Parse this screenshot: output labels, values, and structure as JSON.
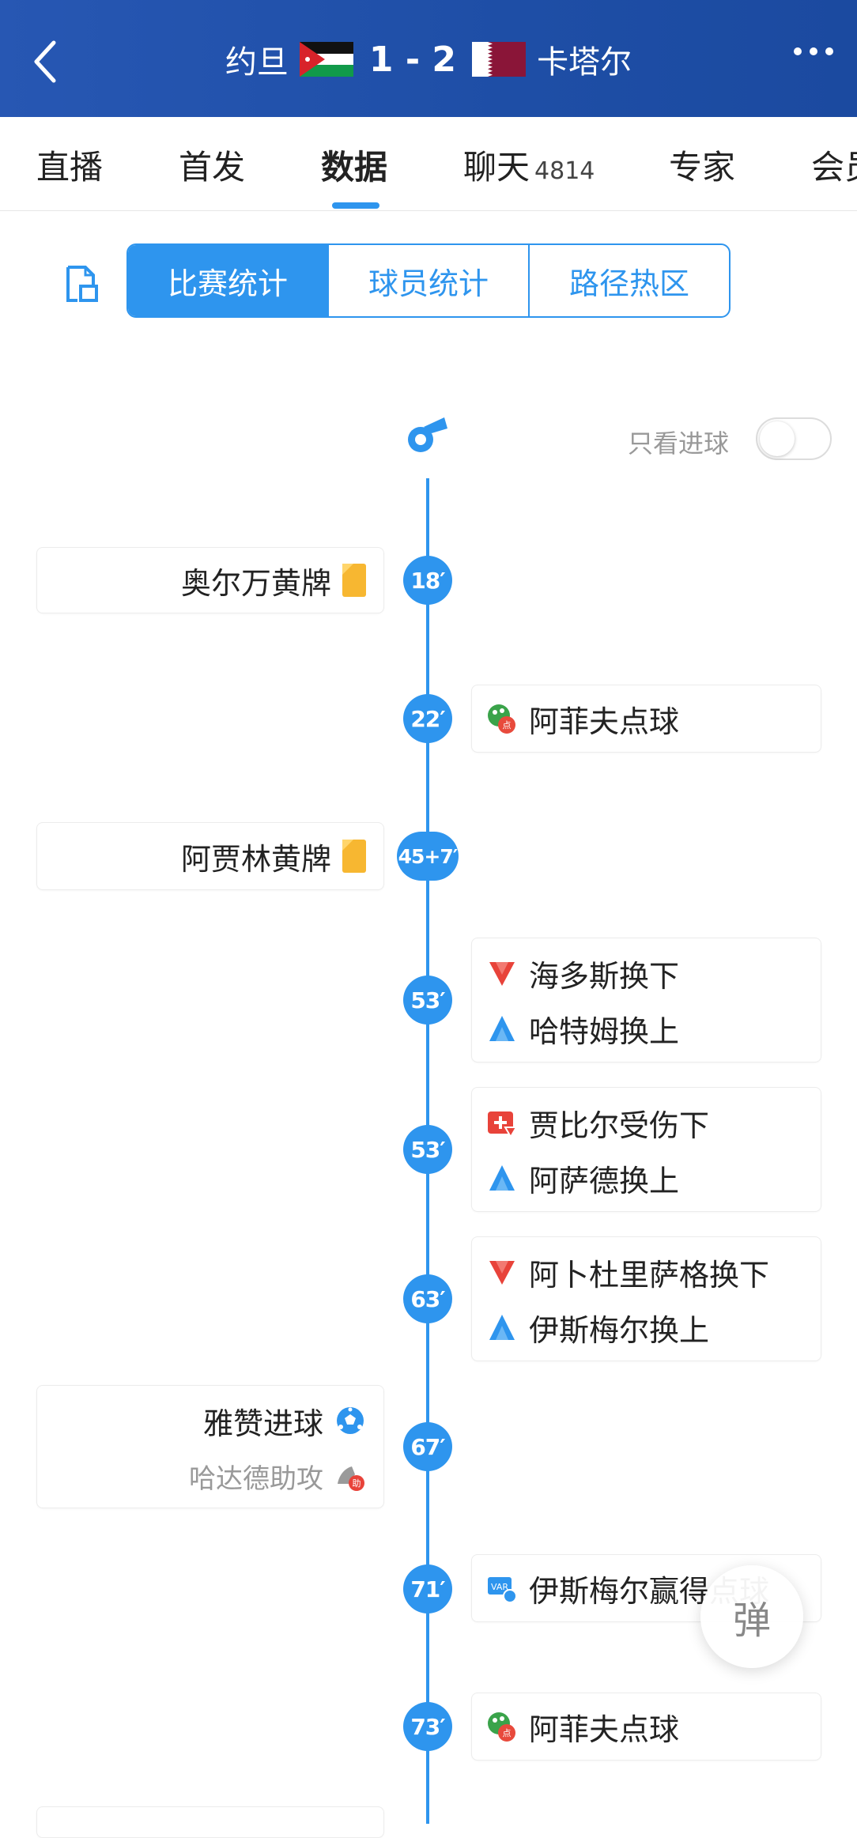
{
  "header": {
    "home_team": "约旦",
    "score": "1 - 2",
    "away_team": "卡塔尔",
    "bg_color": "#1e4ea6"
  },
  "tabs": [
    {
      "label": "直播"
    },
    {
      "label": "首发"
    },
    {
      "label": "数据",
      "active": true
    },
    {
      "label": "聊天",
      "count": "4814"
    },
    {
      "label": "专家"
    },
    {
      "label": "会员"
    }
  ],
  "segments": [
    "比赛统计",
    "球员统计",
    "路径热区"
  ],
  "filter": {
    "label": "只看进球",
    "on": false
  },
  "accent_color": "#2e95ee",
  "events": [
    {
      "minute": "18′",
      "side": "home",
      "lines": [
        {
          "text": "奥尔万黄牌",
          "icon": "yellow-card-icon"
        }
      ]
    },
    {
      "minute": "22′",
      "side": "away",
      "lines": [
        {
          "text": "阿菲夫点球",
          "icon": "penalty-icon"
        }
      ]
    },
    {
      "minute": "45+7′",
      "side": "home",
      "lines": [
        {
          "text": "阿贾林黄牌",
          "icon": "yellow-card-icon"
        }
      ]
    },
    {
      "minute": "53′",
      "side": "away",
      "lines": [
        {
          "text": "海多斯换下",
          "icon": "sub-out-icon"
        },
        {
          "text": "哈特姆换上",
          "icon": "sub-in-icon"
        }
      ]
    },
    {
      "minute": "53′",
      "side": "away",
      "lines": [
        {
          "text": "贾比尔受伤下",
          "icon": "injury-icon"
        },
        {
          "text": "阿萨德换上",
          "icon": "sub-in-icon"
        }
      ]
    },
    {
      "minute": "63′",
      "side": "away",
      "lines": [
        {
          "text": "阿卜杜里萨格换下",
          "icon": "sub-out-icon"
        },
        {
          "text": "伊斯梅尔换上",
          "icon": "sub-in-icon"
        }
      ]
    },
    {
      "minute": "67′",
      "side": "home",
      "lines": [
        {
          "text": "雅赞进球",
          "icon": "goal-icon"
        },
        {
          "text": "哈达德助攻",
          "icon": "assist-icon"
        }
      ]
    },
    {
      "minute": "71′",
      "side": "away",
      "lines": [
        {
          "text": "伊斯梅尔赢得点球",
          "icon": "var-icon"
        }
      ]
    },
    {
      "minute": "73′",
      "side": "away",
      "lines": [
        {
          "text": "阿菲夫点球",
          "icon": "penalty-icon"
        }
      ]
    }
  ],
  "float_button": "弹"
}
